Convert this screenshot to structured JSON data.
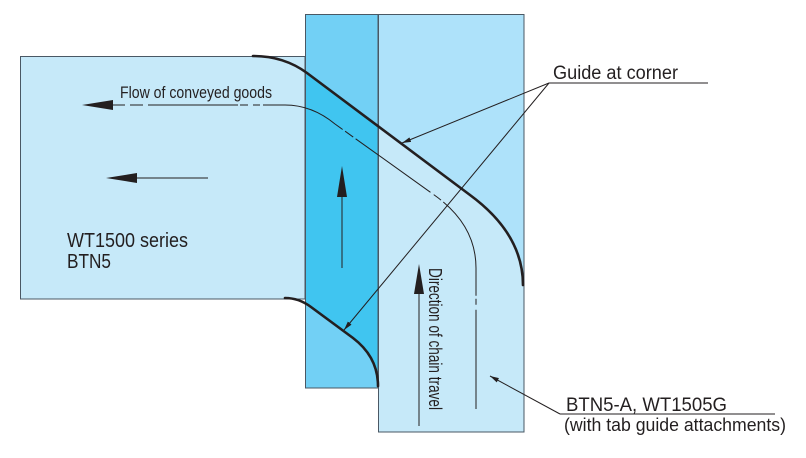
{
  "diagram": {
    "title": "Corner transfer between conveyors",
    "labels": {
      "flow_of_goods": "Flow of conveyed goods",
      "guide_at_corner": "Guide at corner",
      "chain_direction": "Direction of chain travel"
    },
    "components": {
      "left_conveyor": {
        "series": "WT1500 series",
        "chain": "BTN5",
        "flow_direction": "left"
      },
      "right_conveyor": {
        "chain": "BTN5-A, WT1505G",
        "note": "(with tab guide attachments)",
        "chain_direction": "up"
      },
      "corner_guides": {
        "label": "Guide at corner",
        "count": 2
      }
    },
    "arrows": [
      {
        "name": "flow-of-goods-arrow",
        "direction": "left"
      },
      {
        "name": "left-conveyor-direction-arrow",
        "direction": "left"
      },
      {
        "name": "transfer-strip-direction-arrow",
        "direction": "up"
      },
      {
        "name": "chain-travel-arrow",
        "direction": "up"
      }
    ]
  },
  "colors": {
    "background": "#ffffff",
    "conveyor_surface": "#c6e9f9",
    "right_conveyor_outer": "#aee2fa",
    "transfer_strip": "#72d0f5",
    "transfer_strip_overlap": "#40c5f0",
    "outline": "#4a5864",
    "ink": "#231f20"
  }
}
